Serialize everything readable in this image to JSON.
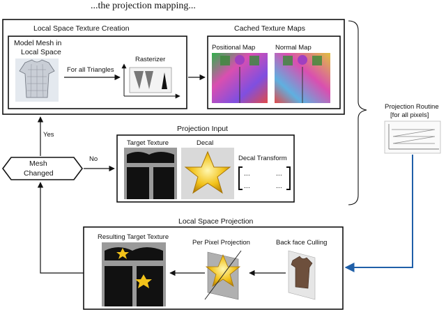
{
  "page": {
    "top_caption": "...the projection mapping..."
  },
  "local_space_creation": {
    "title": "Local Space Texture Creation",
    "mesh_label_line1": "Model Mesh in",
    "mesh_label_line2": "Local Space",
    "for_all_triangles": "For all Triangles",
    "rasterizer": "Rasterizer"
  },
  "cached_maps": {
    "title": "Cached Texture Maps",
    "positional_map": "Positional Map",
    "normal_map": "Normal Map"
  },
  "projection_routine": {
    "line1": "Projection Routine",
    "line2": "[for all pixels]"
  },
  "decision": {
    "line1": "Mesh",
    "line2": "Changed",
    "yes": "Yes",
    "no": "No"
  },
  "projection_input": {
    "title": "Projection Input",
    "target_texture": "Target Texture",
    "decal": "Decal",
    "decal_transform": "Decal Transform",
    "bracket_dots": "..."
  },
  "local_space_projection": {
    "title": "Local Space Projection",
    "resulting_target_texture": "Resulting Target Texture",
    "per_pixel_projection": "Per Pixel Projection",
    "back_face_culling": "Back face Culling"
  },
  "colors": {
    "arrow_blue": "#1f5fa8",
    "star_gold": "#f2c21a",
    "texture_gray": "#9a9a9a"
  }
}
